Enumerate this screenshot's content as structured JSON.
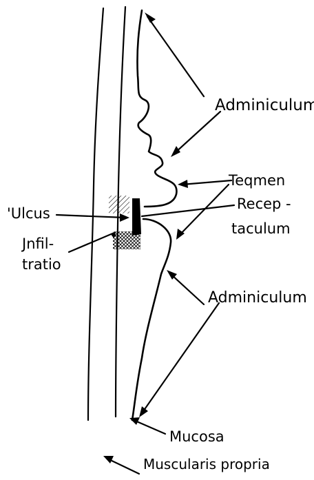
{
  "labels": {
    "adminiculum_top": "Adminiculum",
    "tegmen": "Teqmen",
    "receptaculum_line1": "Recep -",
    "receptaculum_line2": "taculum",
    "ulcus": "'Ulcus",
    "infiltratio_line1": "Jnfil-",
    "infiltratio_line2": "tratio",
    "adminiculum_bottom": "Adminiculum",
    "mucosa": "Mucosa",
    "muscularis": "Muscularis propria"
  },
  "colors": {
    "ink": "#000000",
    "background": "#ffffff"
  }
}
